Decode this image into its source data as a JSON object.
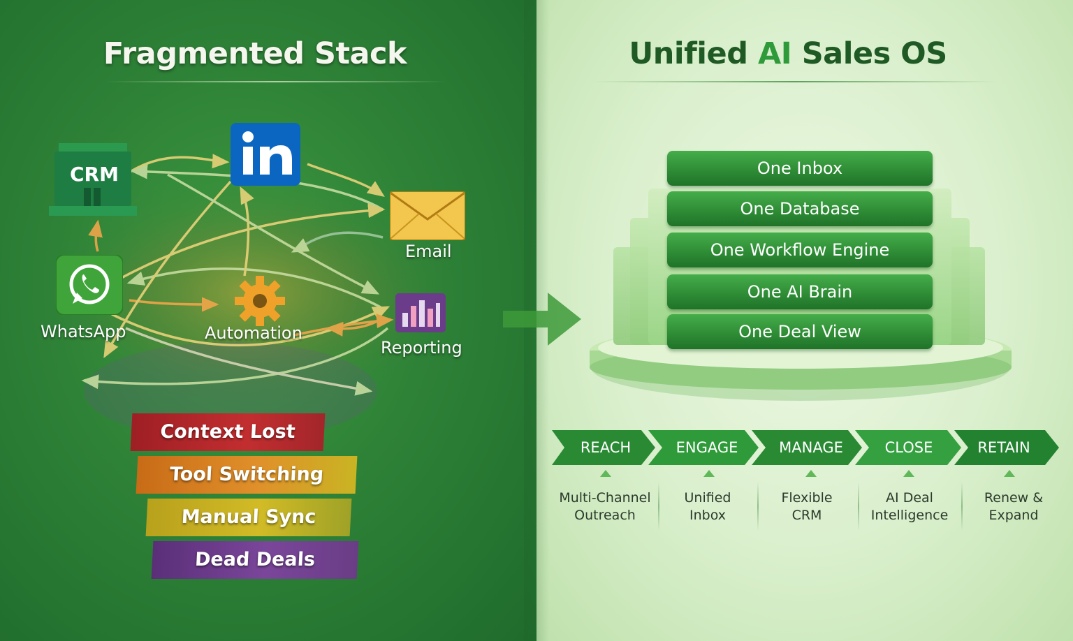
{
  "left": {
    "title": "Fragmented Stack",
    "tools": {
      "crm": "CRM",
      "email": "Email",
      "whatsapp": "WhatsApp",
      "automation": "Automation",
      "reporting": "Reporting"
    },
    "problems": [
      "Context Lost",
      "Tool Switching",
      "Manual Sync",
      "Dead Deals"
    ],
    "problem_colors": [
      "#b3262b",
      "#d87a1c",
      "#c8b21e",
      "#6e3b8a"
    ]
  },
  "right": {
    "title_part1": "Unified ",
    "title_accent": "AI",
    "title_part2": " Sales OS",
    "layers": [
      "One Inbox",
      "One Database",
      "One Workflow Engine",
      "One AI Brain",
      "One Deal View"
    ],
    "stages": [
      {
        "label": "REACH",
        "desc1": "Multi-Channel",
        "desc2": "Outreach"
      },
      {
        "label": "ENGAGE",
        "desc1": "Unified",
        "desc2": "Inbox"
      },
      {
        "label": "MANAGE",
        "desc1": "Flexible",
        "desc2": "CRM"
      },
      {
        "label": "CLOSE",
        "desc1": "AI Deal",
        "desc2": "Intelligence"
      },
      {
        "label": "RETAIN",
        "desc1": "Renew &",
        "desc2": "Expand"
      }
    ]
  },
  "colors": {
    "left_bg": "#2e8237",
    "right_bg": "#d9efcc",
    "layer_green": "#2f8d36",
    "stage_green": "#2a8a34"
  },
  "icons": [
    "crm-building-icon",
    "linkedin-icon",
    "email-envelope-icon",
    "whatsapp-icon",
    "automation-gear-icon",
    "reporting-chart-icon",
    "transition-arrow-icon"
  ]
}
